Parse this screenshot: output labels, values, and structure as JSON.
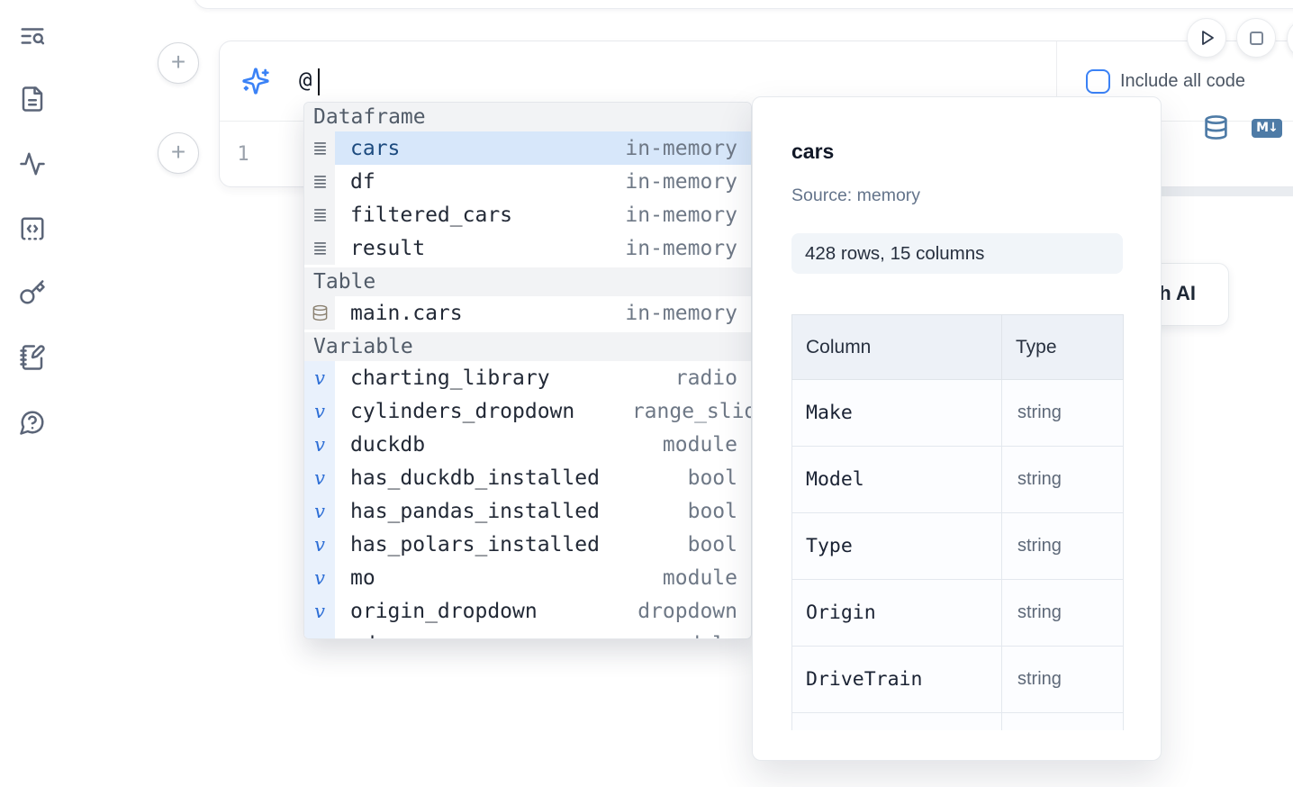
{
  "colors": {
    "accent": "#3b82f6",
    "steel_blue": "#4e7ba6",
    "selection_bg": "#d7e7fa",
    "variable_blue": "#2e6fd6"
  },
  "sidebar": {
    "icons": [
      "text-search",
      "file-text",
      "activity",
      "code-snippets",
      "key",
      "notebook-pen",
      "help-chat"
    ]
  },
  "cell": {
    "ai_prompt_value": "@",
    "include_all_code_label": "Include all code",
    "line_number": "1",
    "add_button_label": "+"
  },
  "output_area": {
    "ai_button_text": "h AI",
    "md_badge_text": "M↓"
  },
  "autocomplete": {
    "sections": [
      {
        "label": "Dataframe"
      },
      {
        "label": "Table"
      },
      {
        "label": "Variable"
      }
    ],
    "items": [
      {
        "name": "cars",
        "type": "in-memory"
      },
      {
        "name": "df",
        "type": "in-memory"
      },
      {
        "name": "filtered_cars",
        "type": "in-memory"
      },
      {
        "name": "result",
        "type": "in-memory"
      },
      {
        "name": "main.cars",
        "type": "in-memory"
      },
      {
        "name": "charting_library",
        "type": "radio"
      },
      {
        "name": "cylinders_dropdown",
        "type": "range_slider"
      },
      {
        "name": "duckdb",
        "type": "module"
      },
      {
        "name": "has_duckdb_installed",
        "type": "bool"
      },
      {
        "name": "has_pandas_installed",
        "type": "bool"
      },
      {
        "name": "has_polars_installed",
        "type": "bool"
      },
      {
        "name": "mo",
        "type": "module"
      },
      {
        "name": "origin_dropdown",
        "type": "dropdown"
      },
      {
        "name": "pd",
        "type": "module"
      }
    ]
  },
  "popup": {
    "title": "cars",
    "source": "Source: memory",
    "stats": "428 rows, 15 columns",
    "table": {
      "headers": [
        "Column",
        "Type"
      ],
      "rows": [
        [
          "Make",
          "string"
        ],
        [
          "Model",
          "string"
        ],
        [
          "Type",
          "string"
        ],
        [
          "Origin",
          "string"
        ],
        [
          "DriveTrain",
          "string"
        ]
      ]
    }
  }
}
